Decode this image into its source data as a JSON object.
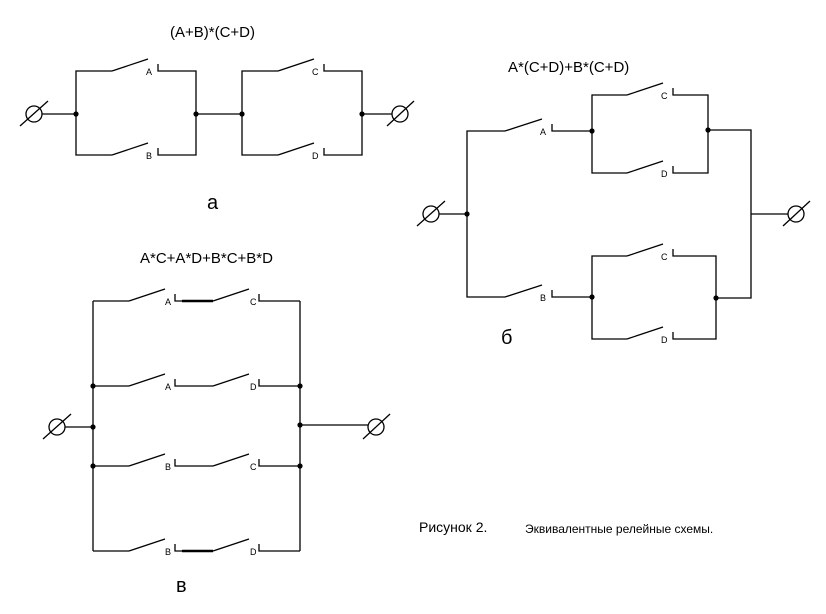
{
  "schemes": {
    "a": {
      "formula": "(A+B)*(C+D)",
      "caption": "а"
    },
    "b": {
      "formula": "A*(C+D)+B*(C+D)",
      "caption": "б"
    },
    "c": {
      "formula": "A*C+A*D+B*C+B*D",
      "caption": "в"
    }
  },
  "contacts": {
    "A": "A",
    "B": "B",
    "C": "C",
    "D": "D"
  },
  "figure": {
    "label": "Рисунок 2.",
    "description": "Эквивалентные релейные схемы."
  }
}
